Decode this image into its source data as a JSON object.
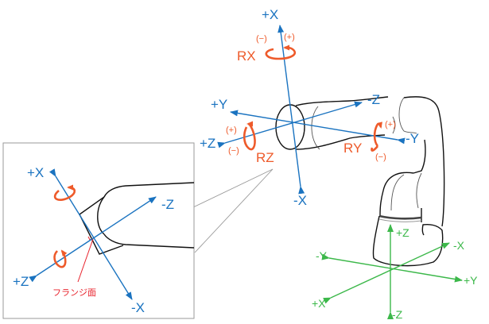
{
  "colors": {
    "tool_axis": "#1a73c0",
    "rotation": "#ee5a2a",
    "base_axis": "#3cb84a",
    "flange_label": "#e8202a",
    "outline": "#111111",
    "callout": "#999999"
  },
  "tool_frame": {
    "x_pos": "+X",
    "x_neg": "-X",
    "y_pos": "+Y",
    "y_neg": "-Y",
    "z_pos": "+Z",
    "z_neg": "-Z"
  },
  "rotations": {
    "rx": {
      "label": "RX",
      "minus": "(−)",
      "plus": "(+)"
    },
    "ry": {
      "label": "RY",
      "minus": "(−)",
      "plus": "(+)"
    },
    "rz": {
      "label": "RZ",
      "minus": "(−)",
      "plus": "(+)"
    }
  },
  "inset": {
    "x_pos": "+X",
    "x_neg": "-X",
    "z_pos": "+Z",
    "z_neg": "-Z",
    "flange_label": "フランジ面"
  },
  "base_frame": {
    "x_pos": "+X",
    "x_neg": "-X",
    "y_pos": "+Y",
    "y_neg": "-Y",
    "z_pos": "+Z",
    "z_neg": "-Z"
  }
}
